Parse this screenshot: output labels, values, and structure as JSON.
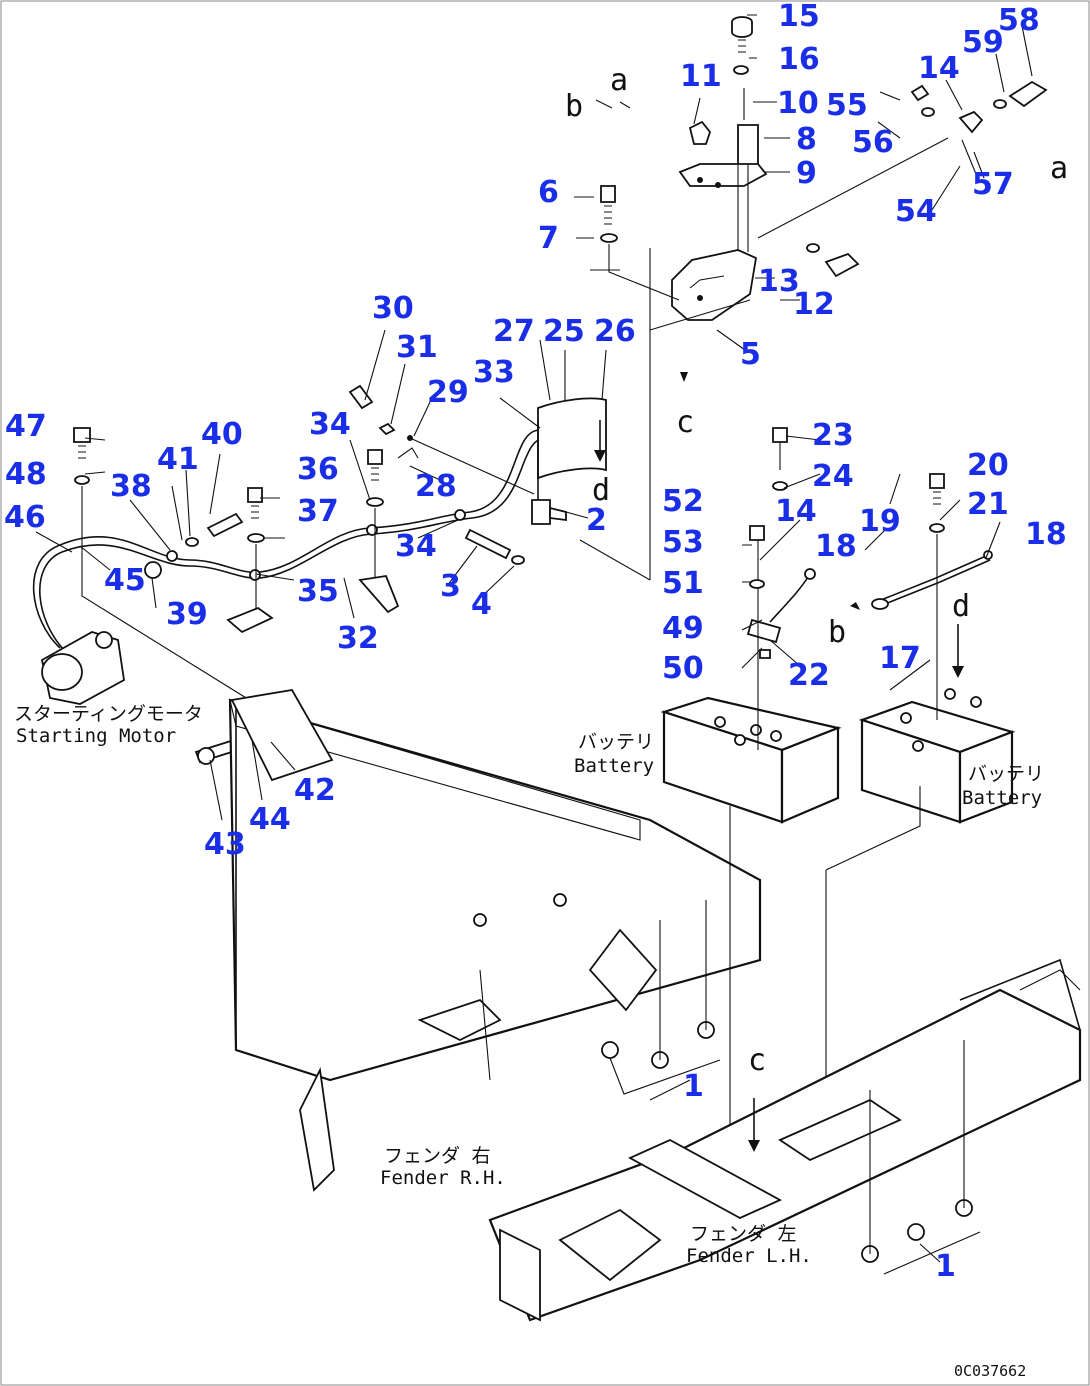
{
  "callouts": [
    "1",
    "1",
    "2",
    "3",
    "4",
    "5",
    "6",
    "7",
    "8",
    "9",
    "10",
    "11",
    "12",
    "13",
    "14",
    "14",
    "15",
    "16",
    "17",
    "18",
    "18",
    "19",
    "20",
    "21",
    "22",
    "23",
    "24",
    "25",
    "26",
    "27",
    "28",
    "29",
    "30",
    "31",
    "32",
    "33",
    "34",
    "34",
    "35",
    "36",
    "37",
    "38",
    "39",
    "40",
    "41",
    "42",
    "43",
    "44",
    "45",
    "46",
    "47",
    "48",
    "49",
    "50",
    "51",
    "52",
    "53",
    "54",
    "55",
    "56",
    "57",
    "58",
    "59"
  ],
  "reference_letters": [
    "a",
    "a",
    "b",
    "b",
    "c",
    "c",
    "d",
    "d"
  ],
  "labels": {
    "starting_motor_jp": "スターティングモータ",
    "starting_motor_en": "Starting Motor",
    "battery_left_jp": "バッテリ",
    "battery_left_en": "Battery",
    "battery_right_jp": "バッテリ",
    "battery_right_en": "Battery",
    "fender_rh_jp": "フェンダ 右",
    "fender_rh_en": "Fender R.H.",
    "fender_lh_jp": "フェンダ 左",
    "fender_lh_en": "Fender L.H."
  },
  "drawing_code": "0C037662",
  "colors": {
    "callout": "#1a2ee8",
    "line": "#111111",
    "background": "#ffffff"
  }
}
